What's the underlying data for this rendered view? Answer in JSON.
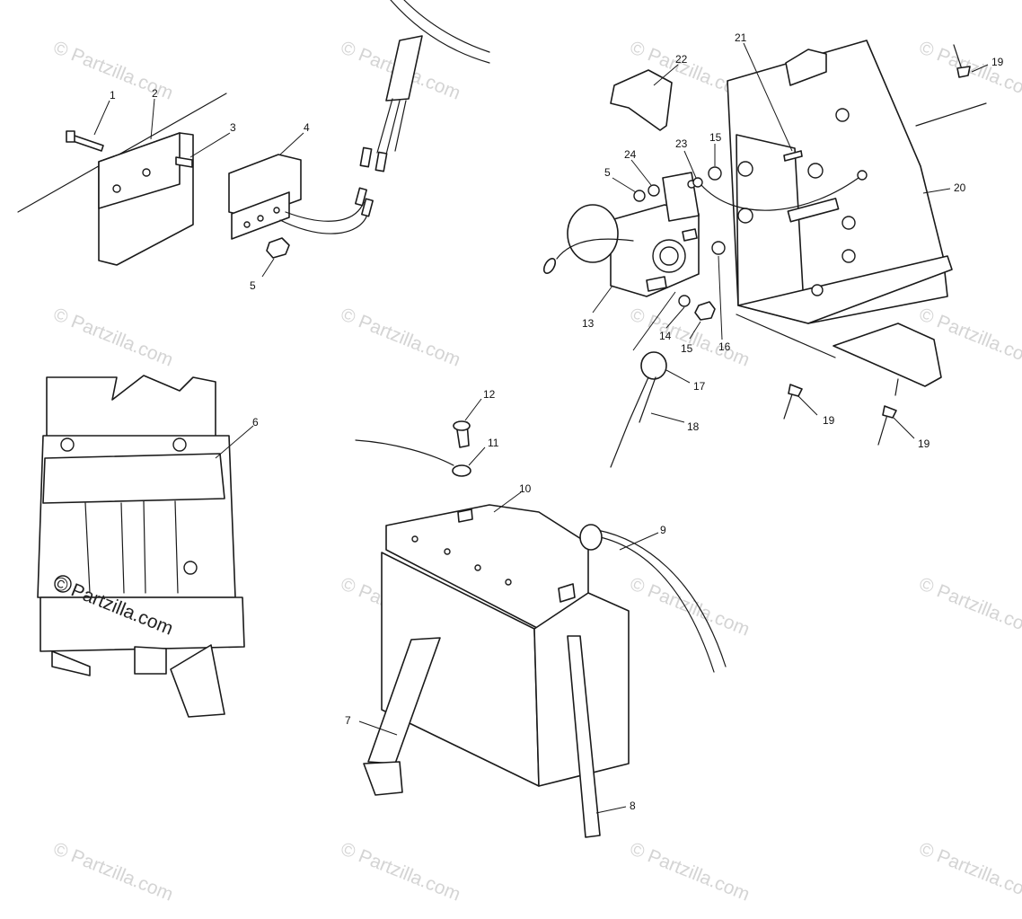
{
  "watermark": {
    "text": "© Partzilla.com",
    "color": "#d4d4d4"
  },
  "callouts": {
    "c1": "1",
    "c2": "2",
    "c3": "3",
    "c4": "4",
    "c5a": "5",
    "c5b": "5",
    "c6": "6",
    "c7": "7",
    "c8": "8",
    "c9": "9",
    "c10": "10",
    "c11": "11",
    "c12": "12",
    "c13": "13",
    "c14": "14",
    "c15a": "15",
    "c15b": "15",
    "c16": "16",
    "c17": "17",
    "c18": "18",
    "c19a": "19",
    "c19b": "19",
    "c19c": "19",
    "c20": "20",
    "c21": "21",
    "c22": "22",
    "c23": "23",
    "c24": "24"
  },
  "line_color": "#1a1a1a",
  "background": "#ffffff"
}
